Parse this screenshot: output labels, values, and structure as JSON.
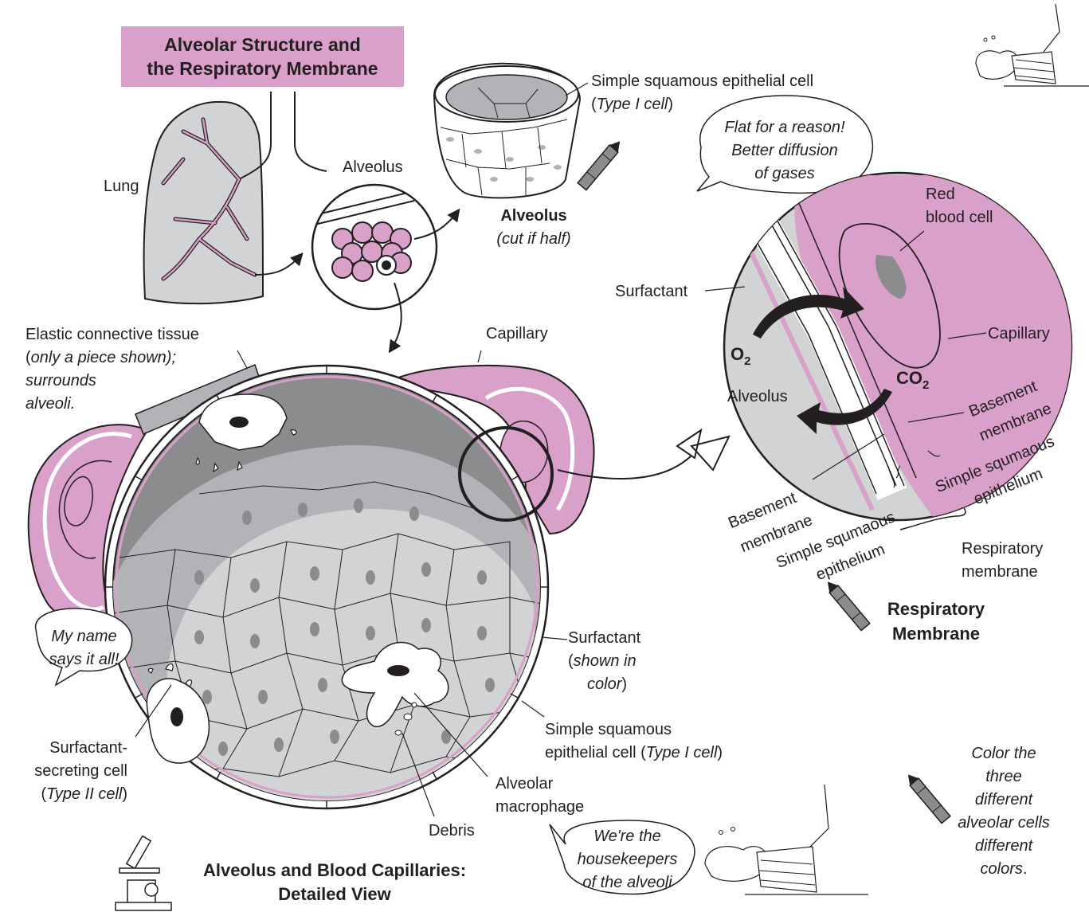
{
  "title": {
    "line1": "Alveolar Structure and",
    "line2": "the Respiratory Membrane"
  },
  "labels": {
    "lung": "Lung",
    "alveolus_top": "Alveolus",
    "simple_squamous_top_1": "Simple squamous epithelial cell",
    "simple_squamous_top_2_pre": "(",
    "simple_squamous_top_2_it": "Type I cell",
    "simple_squamous_top_2_post": ")",
    "alveolus_cut_bold": "Alveolus",
    "alveolus_cut_it": "(cut if half)",
    "elastic_1": "Elastic connective tissue",
    "elastic_2_pre": "(",
    "elastic_2_it": "only a piece shown);",
    "elastic_3": "surrounds",
    "elastic_4": "alveoli.",
    "capillary_main": "Capillary",
    "surfactant_main_1": "Surfactant",
    "surfactant_main_2_pre": "(",
    "surfactant_main_2_it": "shown in",
    "surfactant_main_3_it": "color",
    "surfactant_main_3_post": ")",
    "ssec_main_1": "Simple squamous",
    "ssec_main_2_pre": "epithelial cell (",
    "ssec_main_2_it": "Type I cell",
    "ssec_main_2_post": ")",
    "alveolar_macrophage_1": "Alveolar",
    "alveolar_macrophage_2": "macrophage",
    "debris": "Debris",
    "type2_1": "Surfactant-",
    "type2_2": "secreting cell",
    "type2_3_pre": "(",
    "type2_3_it": "Type II cell",
    "type2_3_post": ")",
    "detail_title_1": "Alveolus and Blood Capillaries:",
    "detail_title_2": "Detailed View",
    "red_blood_cell_1": "Red",
    "red_blood_cell_2": "blood cell",
    "surfactant_zoom": "Surfactant",
    "capillary_zoom": "Capillary",
    "o2_main": "O",
    "o2_sub": "2",
    "co2_main": "CO",
    "co2_sub": "2",
    "alveolus_zoom": "Alveolus",
    "basement_right_1": "Basement",
    "basement_right_2": "membrane",
    "simple_right_1": "Simple squmaous",
    "simple_right_2": "epithelium",
    "basement_left_1": "Basement",
    "basement_left_2": "membrane",
    "simple_left_1": "Simple squmaous",
    "simple_left_2": "epithelium",
    "respiratory_membrane_1": "Respiratory",
    "respiratory_membrane_2": "membrane",
    "resp_title_1": "Respiratory",
    "resp_title_2": "Membrane"
  },
  "bubbles": {
    "flat_1": "Flat for a reason!",
    "flat_2": "Better diffusion",
    "flat_3": "of gases",
    "name_1": "My name",
    "name_2": "says it all!",
    "house_1": "We're the",
    "house_2": "housekeepers",
    "house_3": "of the alveoli"
  },
  "instructions": {
    "line1": "Color the",
    "line2": "three",
    "line3": "different",
    "line4": "alveolar cells",
    "line5": "different",
    "line6_it": "colors",
    "line6_post": "."
  },
  "colors": {
    "pink": "#d9a0c9",
    "pink_dark": "#b45a9e",
    "gray_dark": "#8a8c8e",
    "gray_mid": "#b1b3b6",
    "gray_light": "#d1d3d4",
    "ink": "#231f20"
  },
  "icons": [
    "crayon-icon",
    "microscope-icon",
    "broom-cleaning-icon"
  ]
}
